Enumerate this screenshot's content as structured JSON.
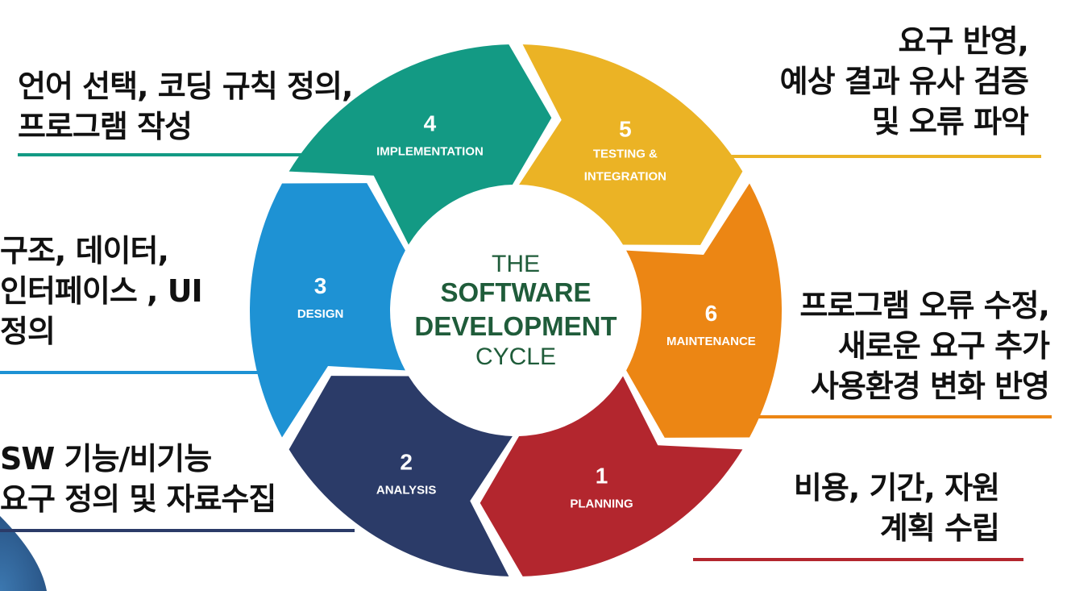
{
  "center": {
    "line1": "THE",
    "line2": "SOFTWARE",
    "line3": "DEVELOPMENT",
    "line4": "CYCLE",
    "color_dark": "#1f5c3a"
  },
  "segments": [
    {
      "number": "1",
      "label": [
        "PLANNING"
      ],
      "color": "#b3262e"
    },
    {
      "number": "2",
      "label": [
        "ANALYSIS"
      ],
      "color": "#2b3b68"
    },
    {
      "number": "3",
      "label": [
        "DESIGN"
      ],
      "color": "#1e92d4"
    },
    {
      "number": "4",
      "label": [
        "IMPLEMENTATION"
      ],
      "color": "#139a84"
    },
    {
      "number": "5",
      "label": [
        "TESTING &",
        "INTEGRATION"
      ],
      "color": "#ebb325"
    },
    {
      "number": "6",
      "label": [
        "MAINTENANCE"
      ],
      "color": "#ec8614"
    }
  ],
  "annotations": {
    "planning": [
      "비용, 기간, 자원",
      "계획 수립"
    ],
    "analysis": [
      "SW 기능/비기능",
      "요구 정의 및 자료수집"
    ],
    "design": [
      "구조, 데이터,",
      "인터페이스 , UI",
      "정의"
    ],
    "implementation": [
      "언어 선택, 코딩 규칙 정의,",
      "프로그램 작성"
    ],
    "testing": [
      "요구 반영,",
      "예상 결과 유사 검증",
      "및 오류 파악"
    ],
    "maintenance": [
      "프로그램 오류 수정,",
      "새로운 요구 추가",
      "사용환경 변화 반영"
    ]
  },
  "accent_corner_color": "#2f5f8f"
}
